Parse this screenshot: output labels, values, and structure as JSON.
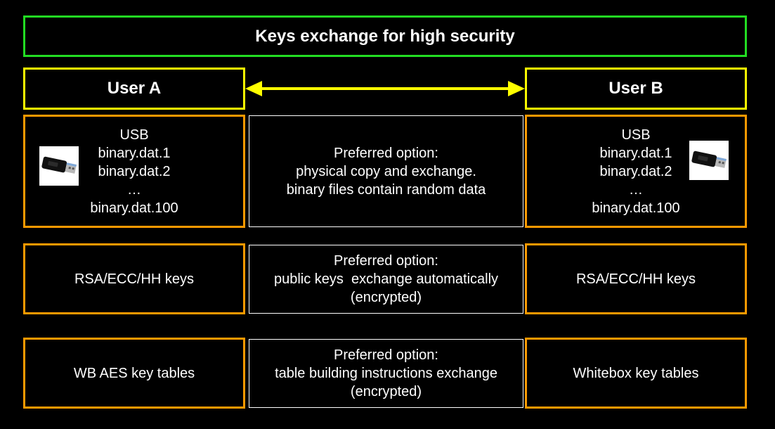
{
  "title": "Keys exchange for high security",
  "colors": {
    "title_border": "#22dd22",
    "user_border": "#ffff00",
    "arrow": "#ffff00",
    "cell_border": "#ff9900",
    "middle_border": "#ffffff",
    "background": "#000000"
  },
  "user_a": {
    "label": "User A",
    "usb": {
      "icon": "usb-drive-icon",
      "lines": [
        "USB",
        "binary.dat.1",
        "binary.dat.2",
        "…",
        "binary.dat.100"
      ]
    },
    "asym_keys": "RSA/ECC/HH keys",
    "wb_tables": "WB AES key tables"
  },
  "user_b": {
    "label": "User B",
    "usb": {
      "icon": "usb-drive-icon",
      "lines": [
        "USB",
        "binary.dat.1",
        "binary.dat.2",
        "…",
        "binary.dat.100"
      ]
    },
    "asym_keys": "RSA/ECC/HH keys",
    "wb_tables": "Whitebox key tables"
  },
  "exchange": {
    "arrow_icon": "double-headed-arrow-icon",
    "usb": [
      "Preferred option:",
      "physical copy and exchange.",
      "binary files contain random data"
    ],
    "asym": [
      "Preferred option:",
      "public keys  exchange automatically",
      "(encrypted)"
    ],
    "tables": [
      "Preferred option:",
      "table building instructions exchange",
      "(encrypted)"
    ]
  }
}
